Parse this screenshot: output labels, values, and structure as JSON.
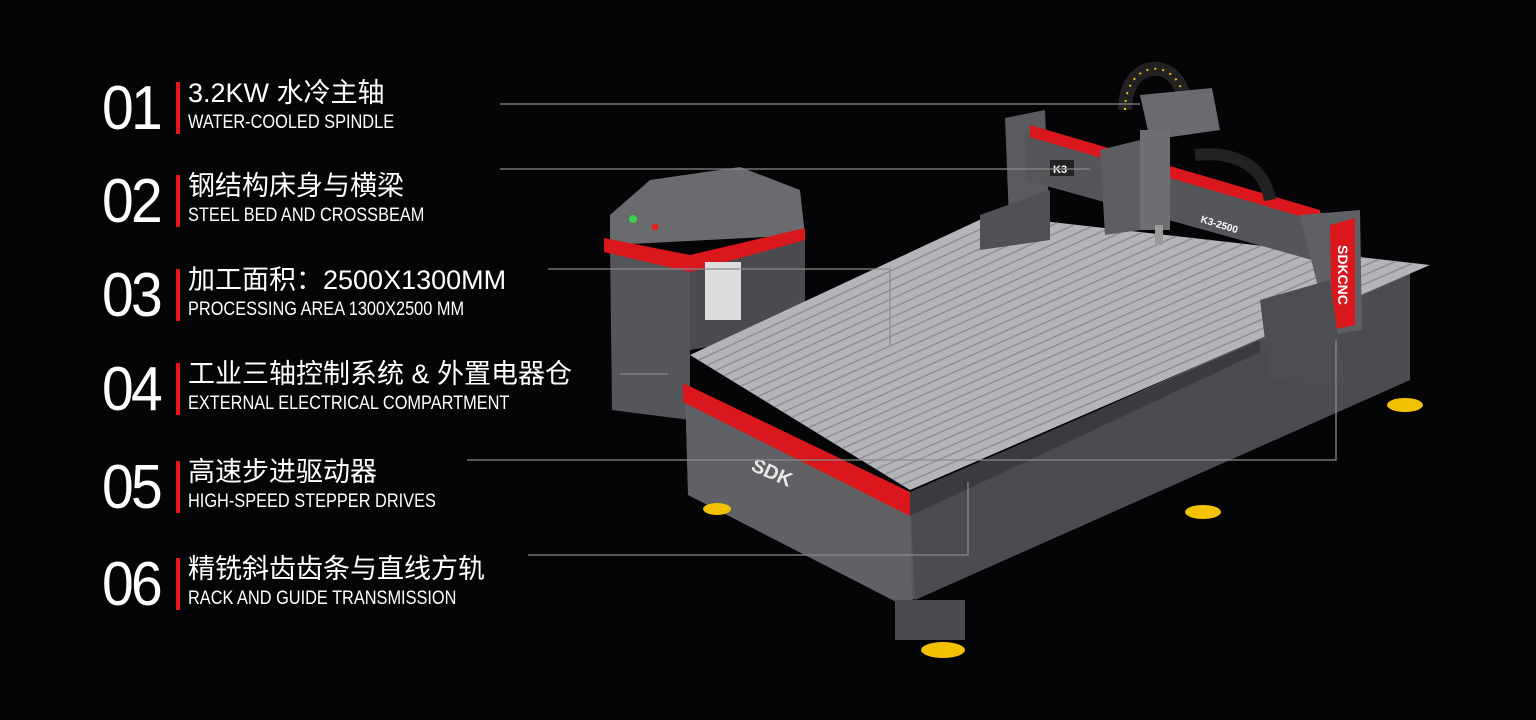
{
  "features": [
    {
      "num": "01",
      "zh": "3.2KW 水冷主轴",
      "en": "WATER-COOLED SPINDLE"
    },
    {
      "num": "02",
      "zh": "钢结构床身与横梁",
      "en": "STEEL BED AND CROSSBEAM"
    },
    {
      "num": "03",
      "zh": "加工面积：2500X1300MM",
      "en": "PROCESSING AREA 1300X2500 MM"
    },
    {
      "num": "04",
      "zh": "工业三轴控制系统 & 外置电器仓",
      "en": "EXTERNAL ELECTRICAL COMPARTMENT"
    },
    {
      "num": "05",
      "zh": "高速步进驱动器",
      "en": "HIGH-SPEED STEPPER DRIVES"
    },
    {
      "num": "06",
      "zh": "精铣斜齿齿条与直线方轨",
      "en": "RACK AND GUIDE TRANSMISSION"
    }
  ],
  "machine": {
    "brand": "SDKCNC",
    "bed_logo": "SDK",
    "model": "K3-2500",
    "gantry_badge": "K3"
  },
  "colors": {
    "accent": "#e8141a",
    "background": "#050507",
    "body": "#5a5b5e",
    "table": "#b9bbbe"
  }
}
